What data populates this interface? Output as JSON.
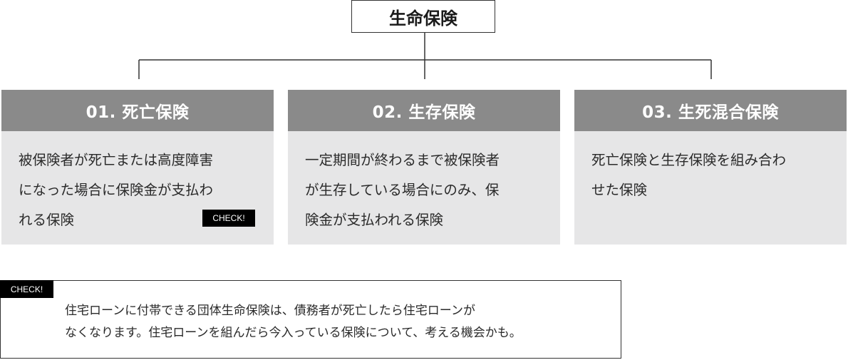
{
  "root": {
    "title": "生命保険"
  },
  "cards": [
    {
      "title": "01. 死亡保険",
      "lines": [
        "被保険者が死亡または高度障害",
        "になった場合に保険金が支払わ",
        "れる保険"
      ]
    },
    {
      "title": "02. 生存保険",
      "lines": [
        "一定期間が終わるまで被保険者",
        "が生存している場合にのみ、保",
        "険金が支払われる保険"
      ]
    },
    {
      "title": "03. 生死混合保険",
      "lines": [
        "死亡保険と生存保険を組み合わ",
        "せた保険"
      ]
    }
  ],
  "check_label": "CHECK!",
  "note": {
    "label": "CHECK!",
    "lines": [
      "住宅ローンに付帯できる団体生命保険は、債務者が死亡したら住宅ローンが",
      "なくなります。住宅ローンを組んだら今入っている保険について、考える機会かも。"
    ]
  },
  "colors": {
    "header_bg": "#8a8a8a",
    "card_bg": "#e6e6e7",
    "line": "#333333",
    "tag_bg": "#000000"
  }
}
